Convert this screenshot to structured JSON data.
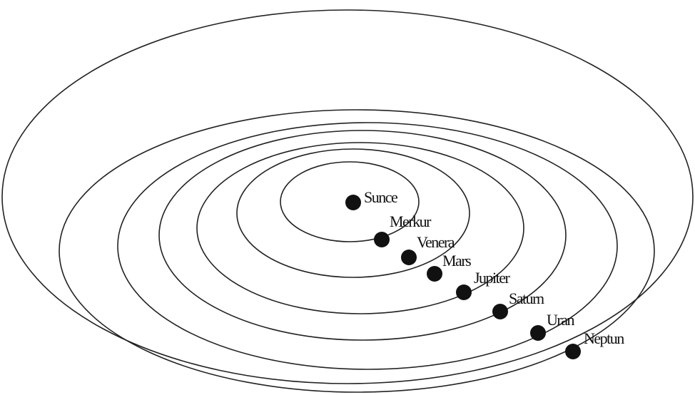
{
  "diagram": {
    "orbit_count": 7,
    "line_color": "#222222",
    "dot_color": "#111111",
    "bodies": [
      {
        "label": "Sunce"
      },
      {
        "label": "Merkur"
      },
      {
        "label": "Venera"
      },
      {
        "label": "Mars"
      },
      {
        "label": "Jupiter"
      },
      {
        "label": "Saturn"
      },
      {
        "label": "Uran"
      },
      {
        "label": "Neptun"
      }
    ]
  }
}
